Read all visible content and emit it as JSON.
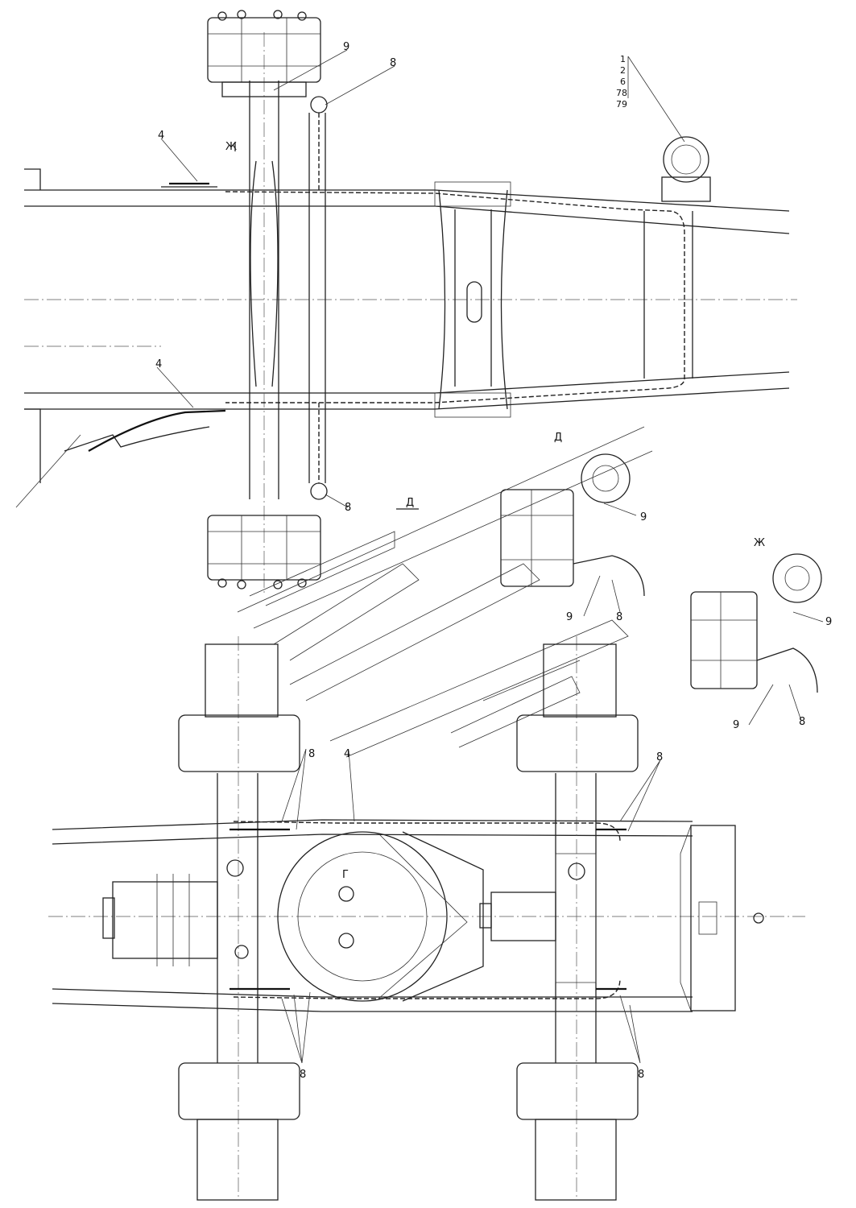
{
  "part_list": [
    "1",
    "2",
    "6",
    "78",
    "79"
  ],
  "callouts": {
    "c4": "4",
    "c8": "8",
    "c9": "9"
  },
  "views": {
    "d": "Д",
    "zh": "Ж",
    "g": "Г",
    "arrow_d": "Д",
    "arrow_zh": "Ж"
  }
}
